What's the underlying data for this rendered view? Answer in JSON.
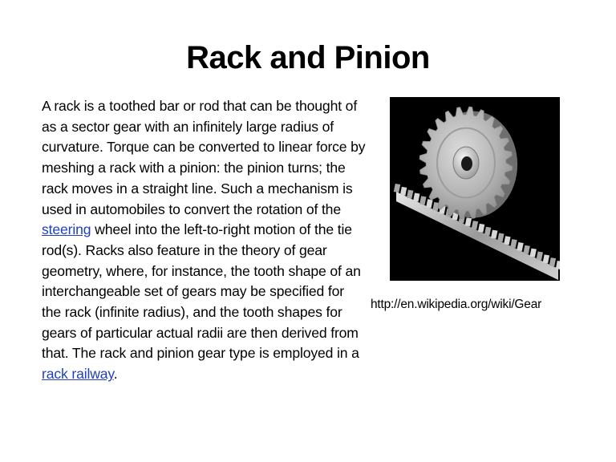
{
  "slide": {
    "title": "Rack and Pinion",
    "paragraph": {
      "text_before_link1": "A rack is a toothed bar or rod that can be thought of as a sector gear with an infinitely large radius of curvature. Torque can be converted to linear force by meshing a rack with a pinion: the pinion turns; the rack moves in a straight line. Such a mechanism is used in automobiles to convert the rotation of the ",
      "link1": "steering",
      "text_between_links": " wheel into the left-to-right motion of the tie rod(s). Racks also feature in the theory of gear geometry, where, for instance, the tooth shape of an interchangeable set of gears may be specified for the rack (infinite radius), and the tooth shapes for gears of particular actual radii are then derived from that. The rack and pinion gear type is employed in a ",
      "link2": "rack railway",
      "text_after_link2": "."
    },
    "figure": {
      "icon": "rack-and-pinion-gear-icon",
      "background_color": "#000000",
      "metal_color": "#c8c8c8"
    },
    "source_url": "http://en.wikipedia.org/wiki/Gear",
    "link_color": "#1f3fbf"
  }
}
